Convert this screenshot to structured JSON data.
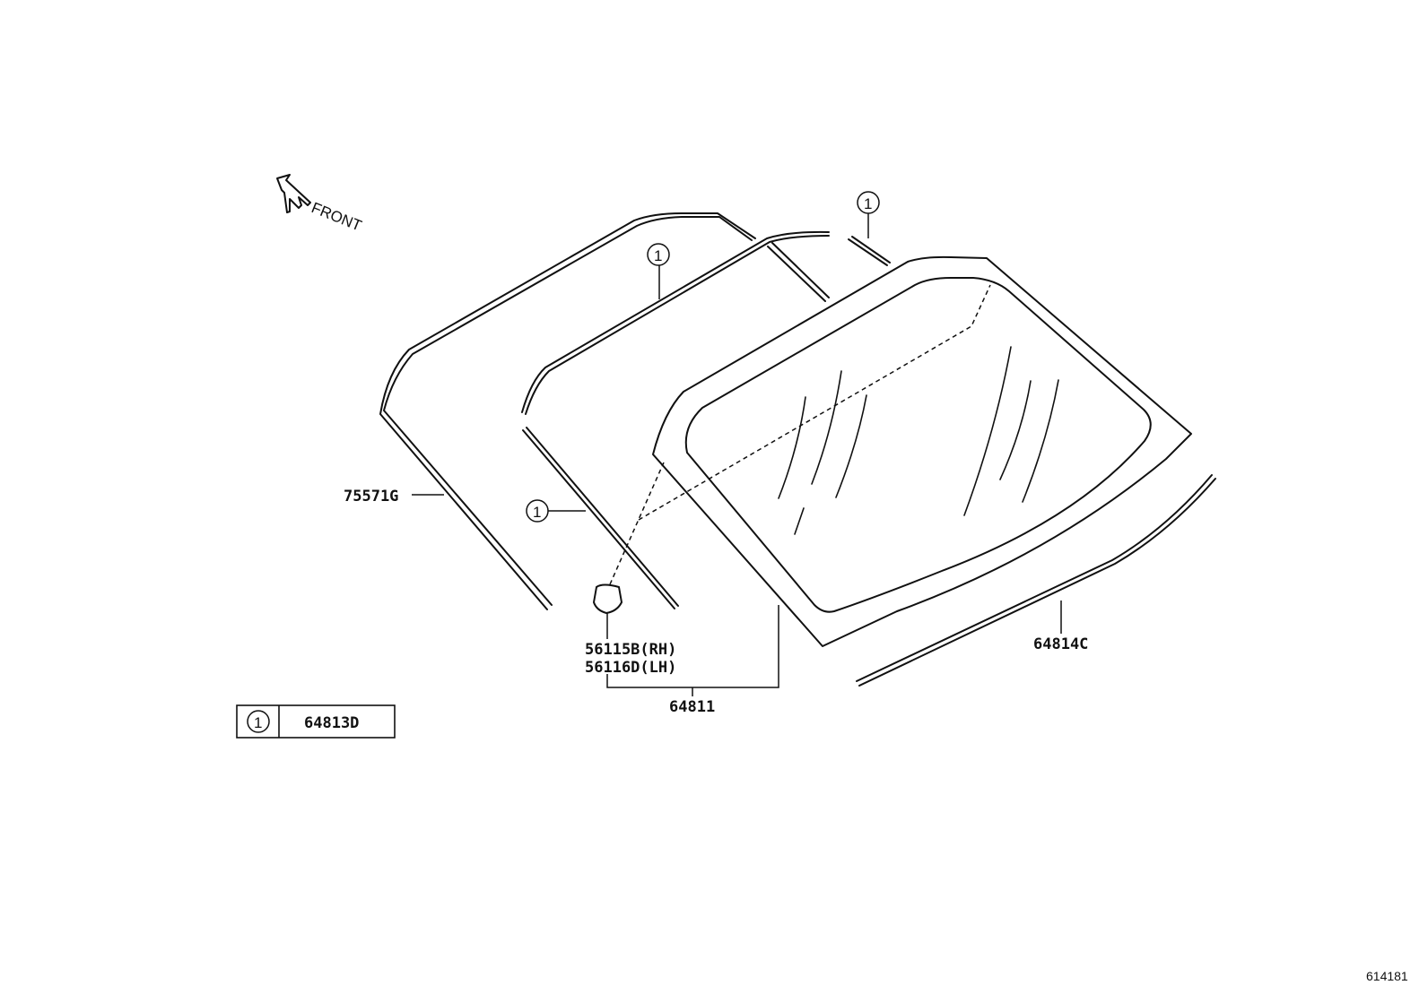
{
  "front_label": "FRONT",
  "callout_symbol": "1",
  "labels": {
    "molding_outer": "75571G",
    "nozzle_rh": "56115B(RH)",
    "nozzle_lh": "56116D(LH)",
    "windshield_glass": "64811",
    "lower_weatherstrip": "64814C"
  },
  "legend": {
    "symbol": "1",
    "part_number": "64813D"
  },
  "diagram_id": "614181"
}
